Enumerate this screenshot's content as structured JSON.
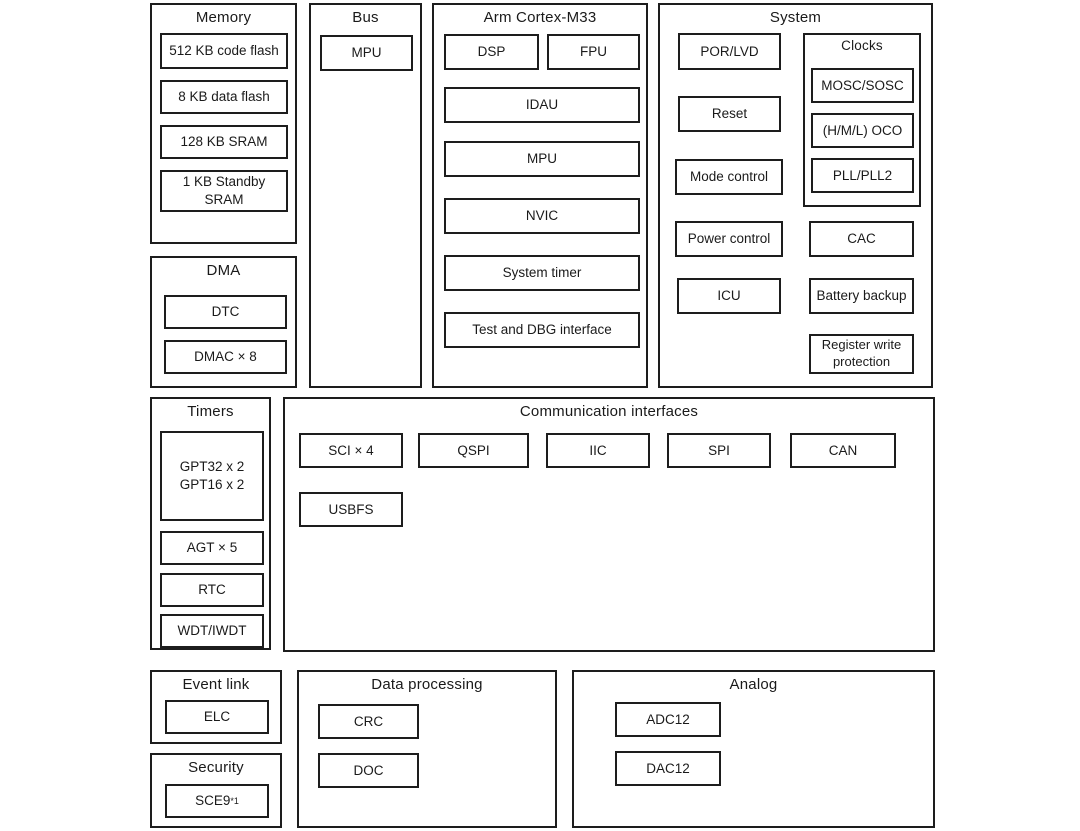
{
  "colors": {
    "border": "#1d1d1d",
    "text": "#1a1a1a",
    "background": "#ffffff"
  },
  "blocks": {
    "memory": {
      "title": "Memory",
      "items": [
        "512 KB code flash",
        "8 KB data flash",
        "128 KB SRAM",
        "1 KB Standby\nSRAM"
      ]
    },
    "dma": {
      "title": "DMA",
      "items": [
        "DTC",
        "DMAC × 8"
      ]
    },
    "bus": {
      "title": "Bus",
      "items": [
        "MPU"
      ]
    },
    "cortex": {
      "title": "Arm Cortex-M33",
      "items": [
        "DSP",
        "FPU",
        "IDAU",
        "MPU",
        "NVIC",
        "System timer",
        "Test and DBG interface"
      ]
    },
    "system": {
      "title": "System",
      "left_items": [
        "POR/LVD",
        "Reset",
        "Mode control",
        "Power control",
        "ICU"
      ],
      "clocks": {
        "title": "Clocks",
        "items": [
          "MOSC/SOSC",
          "(H/M/L) OCO",
          "PLL/PLL2"
        ]
      },
      "right_items": [
        "CAC",
        "Battery backup",
        "Register write\nprotection"
      ]
    },
    "timers": {
      "title": "Timers",
      "items": [
        "GPT32 x 2\nGPT16 x 2",
        "AGT × 5",
        "RTC",
        "WDT/IWDT"
      ]
    },
    "comm": {
      "title": "Communication interfaces",
      "items": [
        "SCI × 4",
        "QSPI",
        "IIC",
        "SPI",
        "CAN",
        "USBFS"
      ]
    },
    "event_link": {
      "title": "Event link",
      "items": [
        "ELC"
      ]
    },
    "security": {
      "title": "Security",
      "item_label": "SCE9",
      "item_sup": "*1"
    },
    "data_processing": {
      "title": "Data processing",
      "items": [
        "CRC",
        "DOC"
      ]
    },
    "analog": {
      "title": "Analog",
      "items": [
        "ADC12",
        "DAC12"
      ]
    }
  }
}
